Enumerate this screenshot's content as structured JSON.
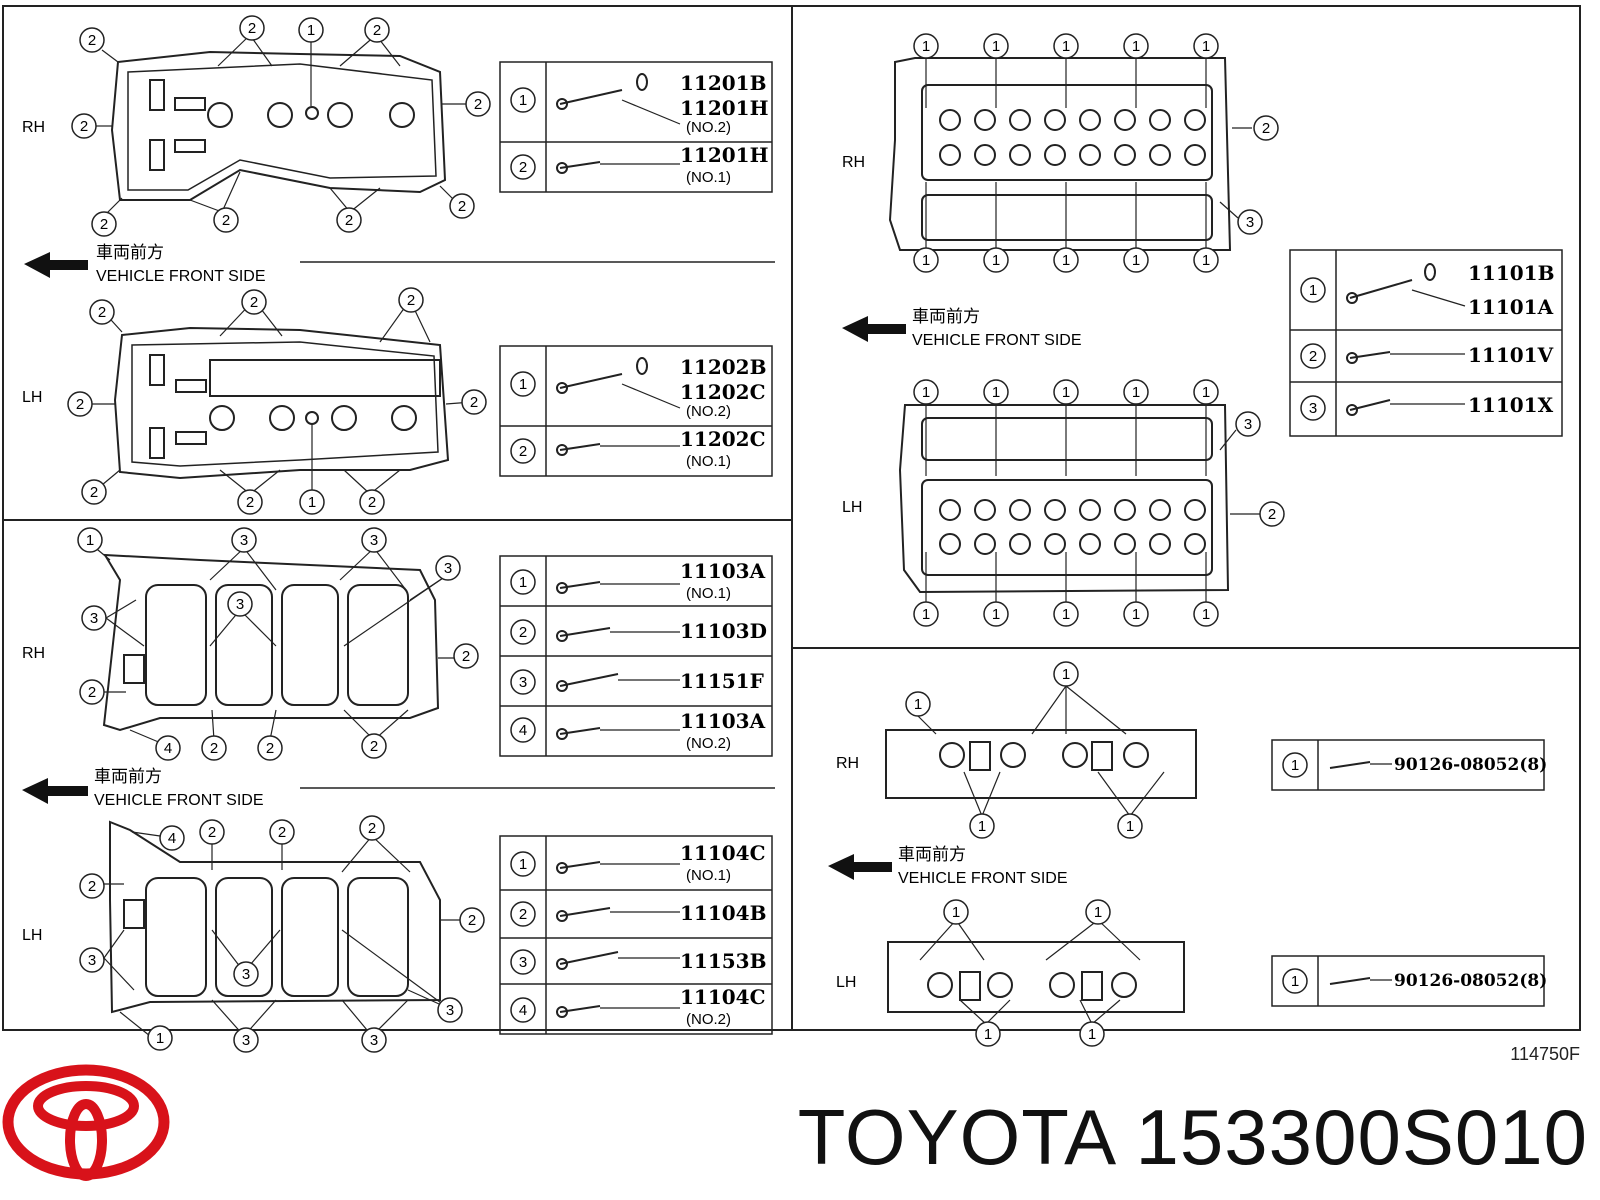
{
  "labels": {
    "rh": "RH",
    "lh": "LH",
    "front_jp": "車両前方",
    "front_en": "VEHICLE FRONT SIDE"
  },
  "callouts": [
    "1",
    "2",
    "3",
    "4"
  ],
  "parts_tables": {
    "cam_cover_rh": [
      {
        "num": "1",
        "codes": [
          "11201B",
          "11201H"
        ],
        "note": "(NO.2)"
      },
      {
        "num": "2",
        "codes": [
          "11201H"
        ],
        "note": "(NO.1)"
      }
    ],
    "cam_cover_lh": [
      {
        "num": "1",
        "codes": [
          "11202B",
          "11202C"
        ],
        "note": "(NO.2)"
      },
      {
        "num": "2",
        "codes": [
          "11202C"
        ],
        "note": "(NO.1)"
      }
    ],
    "head_rh": [
      {
        "num": "1",
        "codes": [
          "11103A"
        ],
        "note": "(NO.1)"
      },
      {
        "num": "2",
        "codes": [
          "11103D"
        ],
        "note": ""
      },
      {
        "num": "3",
        "codes": [
          "11151F"
        ],
        "note": ""
      },
      {
        "num": "4",
        "codes": [
          "11103A"
        ],
        "note": "(NO.2)"
      }
    ],
    "head_lh": [
      {
        "num": "1",
        "codes": [
          "11104C"
        ],
        "note": "(NO.1)"
      },
      {
        "num": "2",
        "codes": [
          "11104B"
        ],
        "note": ""
      },
      {
        "num": "3",
        "codes": [
          "11153B"
        ],
        "note": ""
      },
      {
        "num": "4",
        "codes": [
          "11104C"
        ],
        "note": "(NO.2)"
      }
    ],
    "block": [
      {
        "num": "1",
        "codes": [
          "11101B",
          "11101A"
        ],
        "note": ""
      },
      {
        "num": "2",
        "codes": [
          "11101V"
        ],
        "note": ""
      },
      {
        "num": "3",
        "codes": [
          "11101X"
        ],
        "note": ""
      }
    ],
    "manifold_rh": [
      {
        "num": "1",
        "codes": [
          "90126-08052(8)"
        ],
        "note": ""
      }
    ],
    "manifold_lh": [
      {
        "num": "1",
        "codes": [
          "90126-08052(8)"
        ],
        "note": ""
      }
    ]
  },
  "illustration_code": "114750F",
  "brand": "TOYOTA",
  "part_number": "153300S010",
  "colors": {
    "logo_red": "#d8121a",
    "line": "#222222"
  },
  "icons": [
    "toyota-logo-icon",
    "front-arrow-icon",
    "bolt-icon",
    "washer-icon"
  ]
}
